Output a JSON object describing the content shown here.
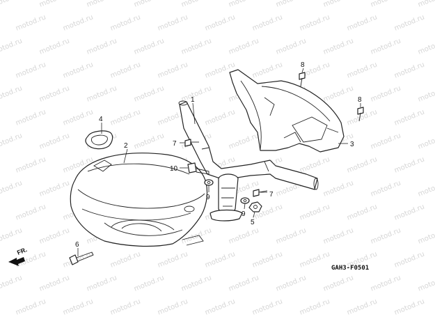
{
  "watermark": "motod.ru",
  "figure_code": "GAH3-F0501",
  "direction_label": "FR.",
  "callouts": [
    {
      "id": "c1",
      "label": "1"
    },
    {
      "id": "c2",
      "label": "2"
    },
    {
      "id": "c3",
      "label": "3"
    },
    {
      "id": "c4",
      "label": "4"
    },
    {
      "id": "c5",
      "label": "5"
    },
    {
      "id": "c6",
      "label": "6"
    },
    {
      "id": "c7a",
      "label": "7"
    },
    {
      "id": "c7b",
      "label": "7"
    },
    {
      "id": "c8a",
      "label": "8"
    },
    {
      "id": "c8b",
      "label": "8"
    },
    {
      "id": "c9a",
      "label": "9"
    },
    {
      "id": "c9b",
      "label": "9"
    },
    {
      "id": "c10",
      "label": "10"
    }
  ]
}
